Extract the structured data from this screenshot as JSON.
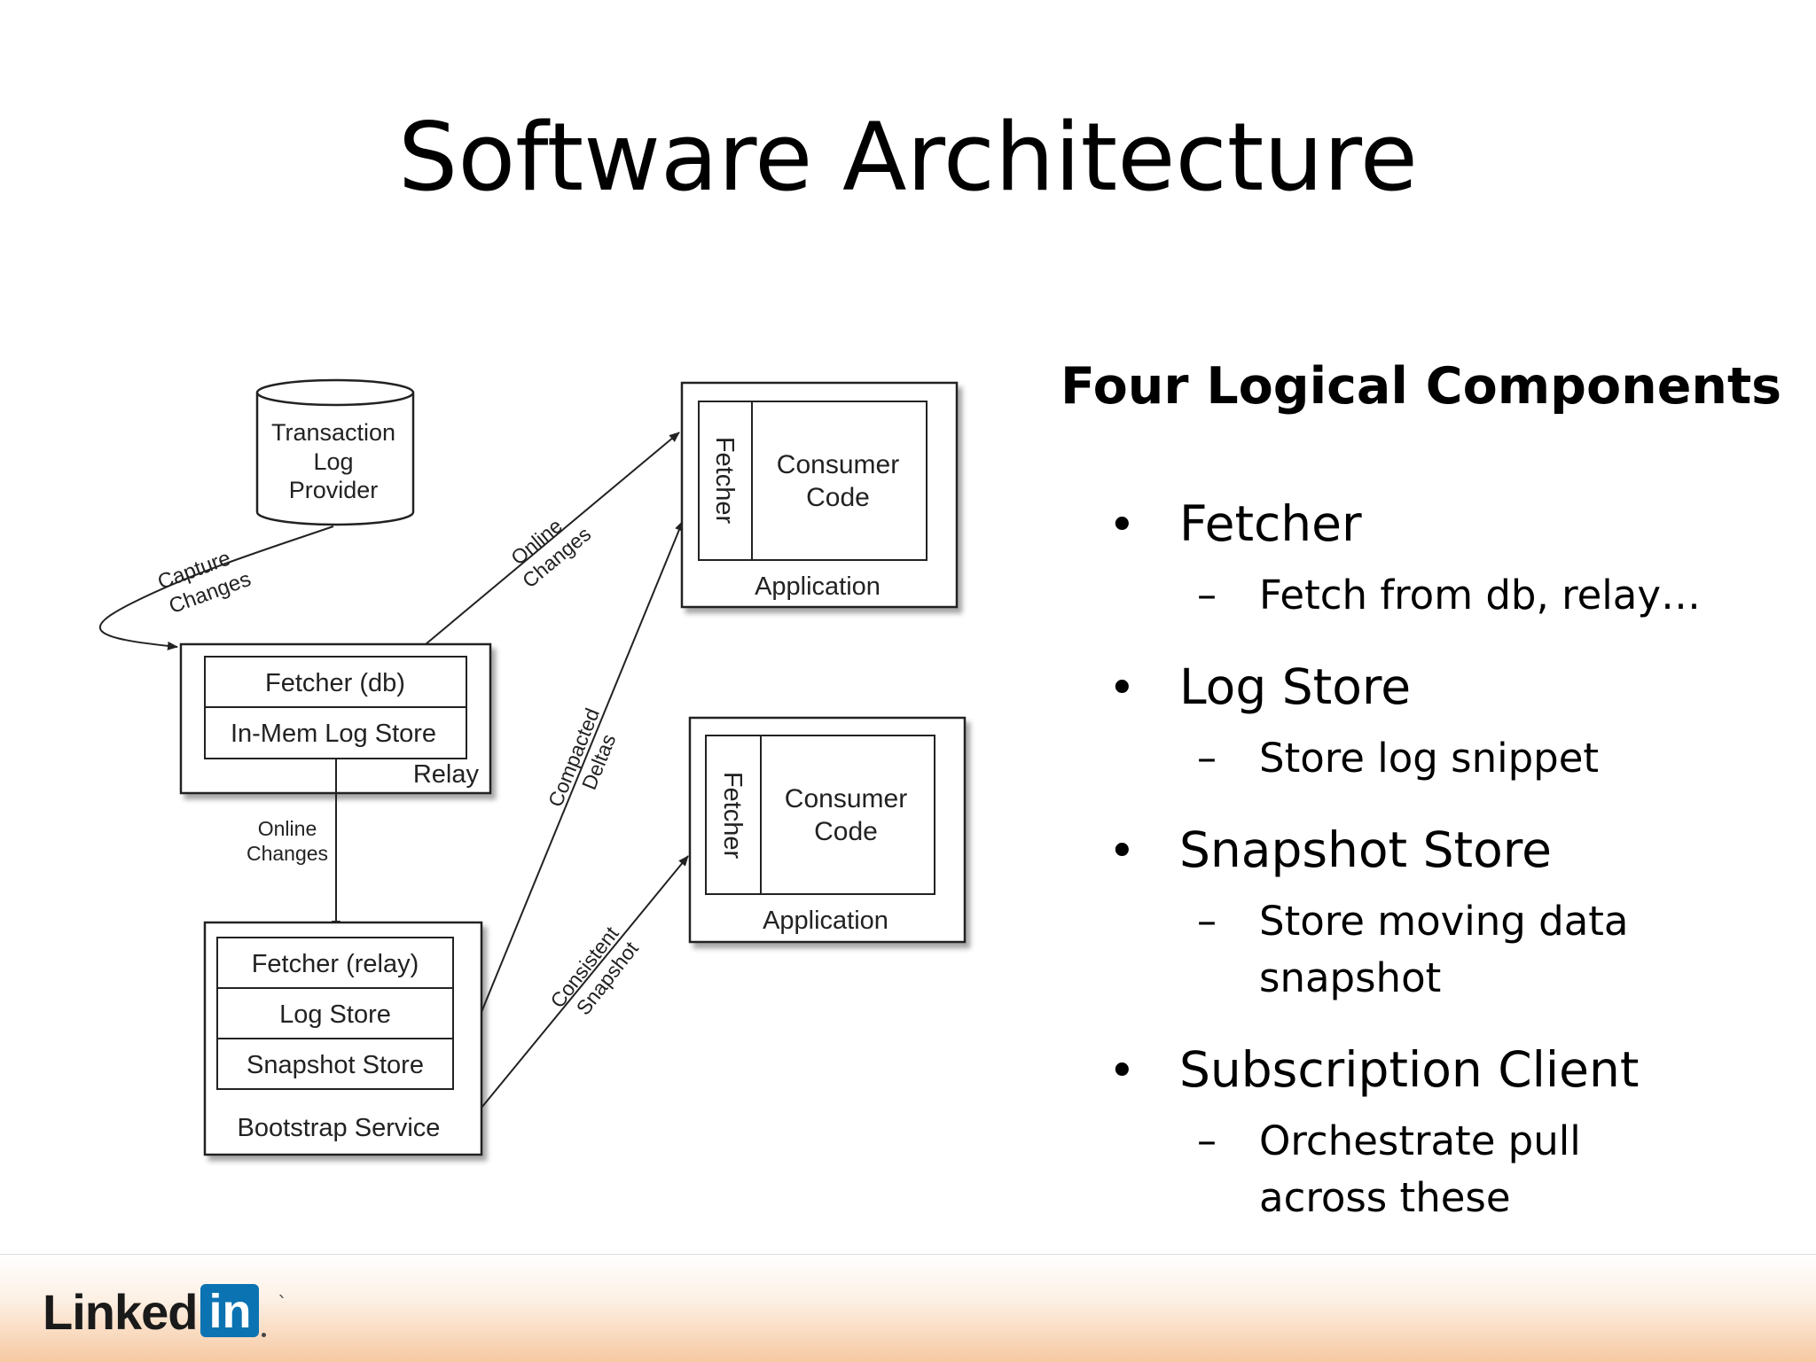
{
  "slide": {
    "title": "Software Architecture"
  },
  "diagram": {
    "database": {
      "line1": "Transaction",
      "line2": "Log",
      "line3": "Provider"
    },
    "relay": {
      "fetcher": "Fetcher (db)",
      "store": "In-Mem Log Store",
      "label": "Relay"
    },
    "bootstrap": {
      "fetcher": "Fetcher (relay)",
      "log_store": "Log Store",
      "snapshot_store": "Snapshot Store",
      "label": "Bootstrap Service"
    },
    "app_top": {
      "fetcher": "Fetcher",
      "consumer_line1": "Consumer",
      "consumer_line2": "Code",
      "label": "Application"
    },
    "app_bottom": {
      "fetcher": "Fetcher",
      "consumer_line1": "Consumer",
      "consumer_line2": "Code",
      "label": "Application"
    },
    "edges": {
      "capture_line1": "Capture",
      "capture_line2": "Changes",
      "online_top_line1": "Online",
      "online_top_line2": "Changes",
      "online_down_line1": "Online",
      "online_down_line2": "Changes",
      "compacted_line1": "Compacted",
      "compacted_line2": "Deltas",
      "consistent_line1": "Consistent",
      "consistent_line2": "Snapshot"
    }
  },
  "components": {
    "heading": "Four Logical Components",
    "items": [
      {
        "label": "Fetcher",
        "details": [
          "Fetch from db, relay…"
        ]
      },
      {
        "label": "Log Store",
        "details": [
          "Store log snippet"
        ]
      },
      {
        "label": "Snapshot Store",
        "details": [
          "Store moving data",
          "snapshot"
        ]
      },
      {
        "label": "Subscription Client",
        "details": [
          "Orchestrate pull",
          "across these"
        ]
      }
    ],
    "bullet_symbol": "•",
    "dash_symbol": "–"
  },
  "footer": {
    "logo_word": "Linked",
    "logo_box": "in",
    "mark": "`",
    "logo_blue": "#0b73b2",
    "band_color": "#f6c9a2"
  }
}
